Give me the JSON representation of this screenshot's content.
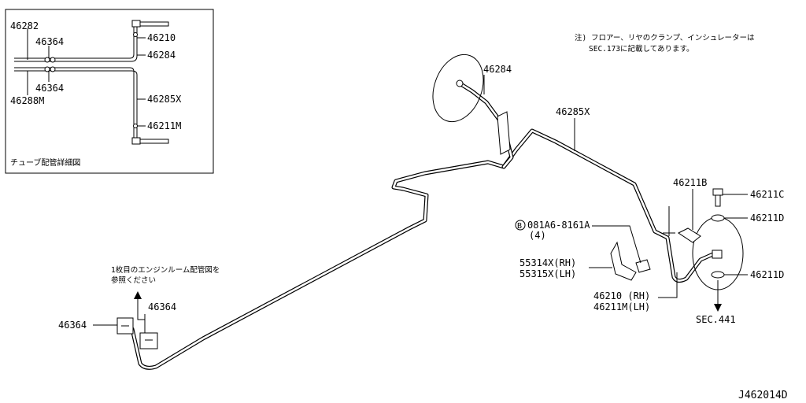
{
  "detail_box": {
    "caption": "チューブ配管詳細図",
    "labels": {
      "p46282": "46282",
      "p46364_top": "46364",
      "p46364_bottom": "46364",
      "p46288M": "46288M",
      "p46210": "46210",
      "p46284": "46284",
      "p46285X": "46285X",
      "p46211M": "46211M"
    }
  },
  "note": {
    "line1": "注) フロアー、リヤのクランプ、インシュレーターは",
    "line2": "SEC.173に記載してあります。"
  },
  "engine_note": {
    "line1": "1枚目のエンジンルーム配管図を",
    "line2": "参照ください"
  },
  "labels": {
    "p46284": "46284",
    "p46285X": "46285X",
    "p46211B": "46211B",
    "p46211C": "46211C",
    "p46211D_top": "46211D",
    "p46211D_bottom": "46211D",
    "bolt_marker": "B",
    "bolt_part": "081A6-8161A",
    "bolt_qty": "(4)",
    "p55314X": "55314X(RH)",
    "p55315X": "55315X(LH)",
    "p46210_rh": "46210 (RH)",
    "p46211M_lh": "46211M(LH)",
    "p46364_left": "46364",
    "p46364_right": "46364",
    "sec441": "SEC.441",
    "ref_code": "J462014D"
  }
}
